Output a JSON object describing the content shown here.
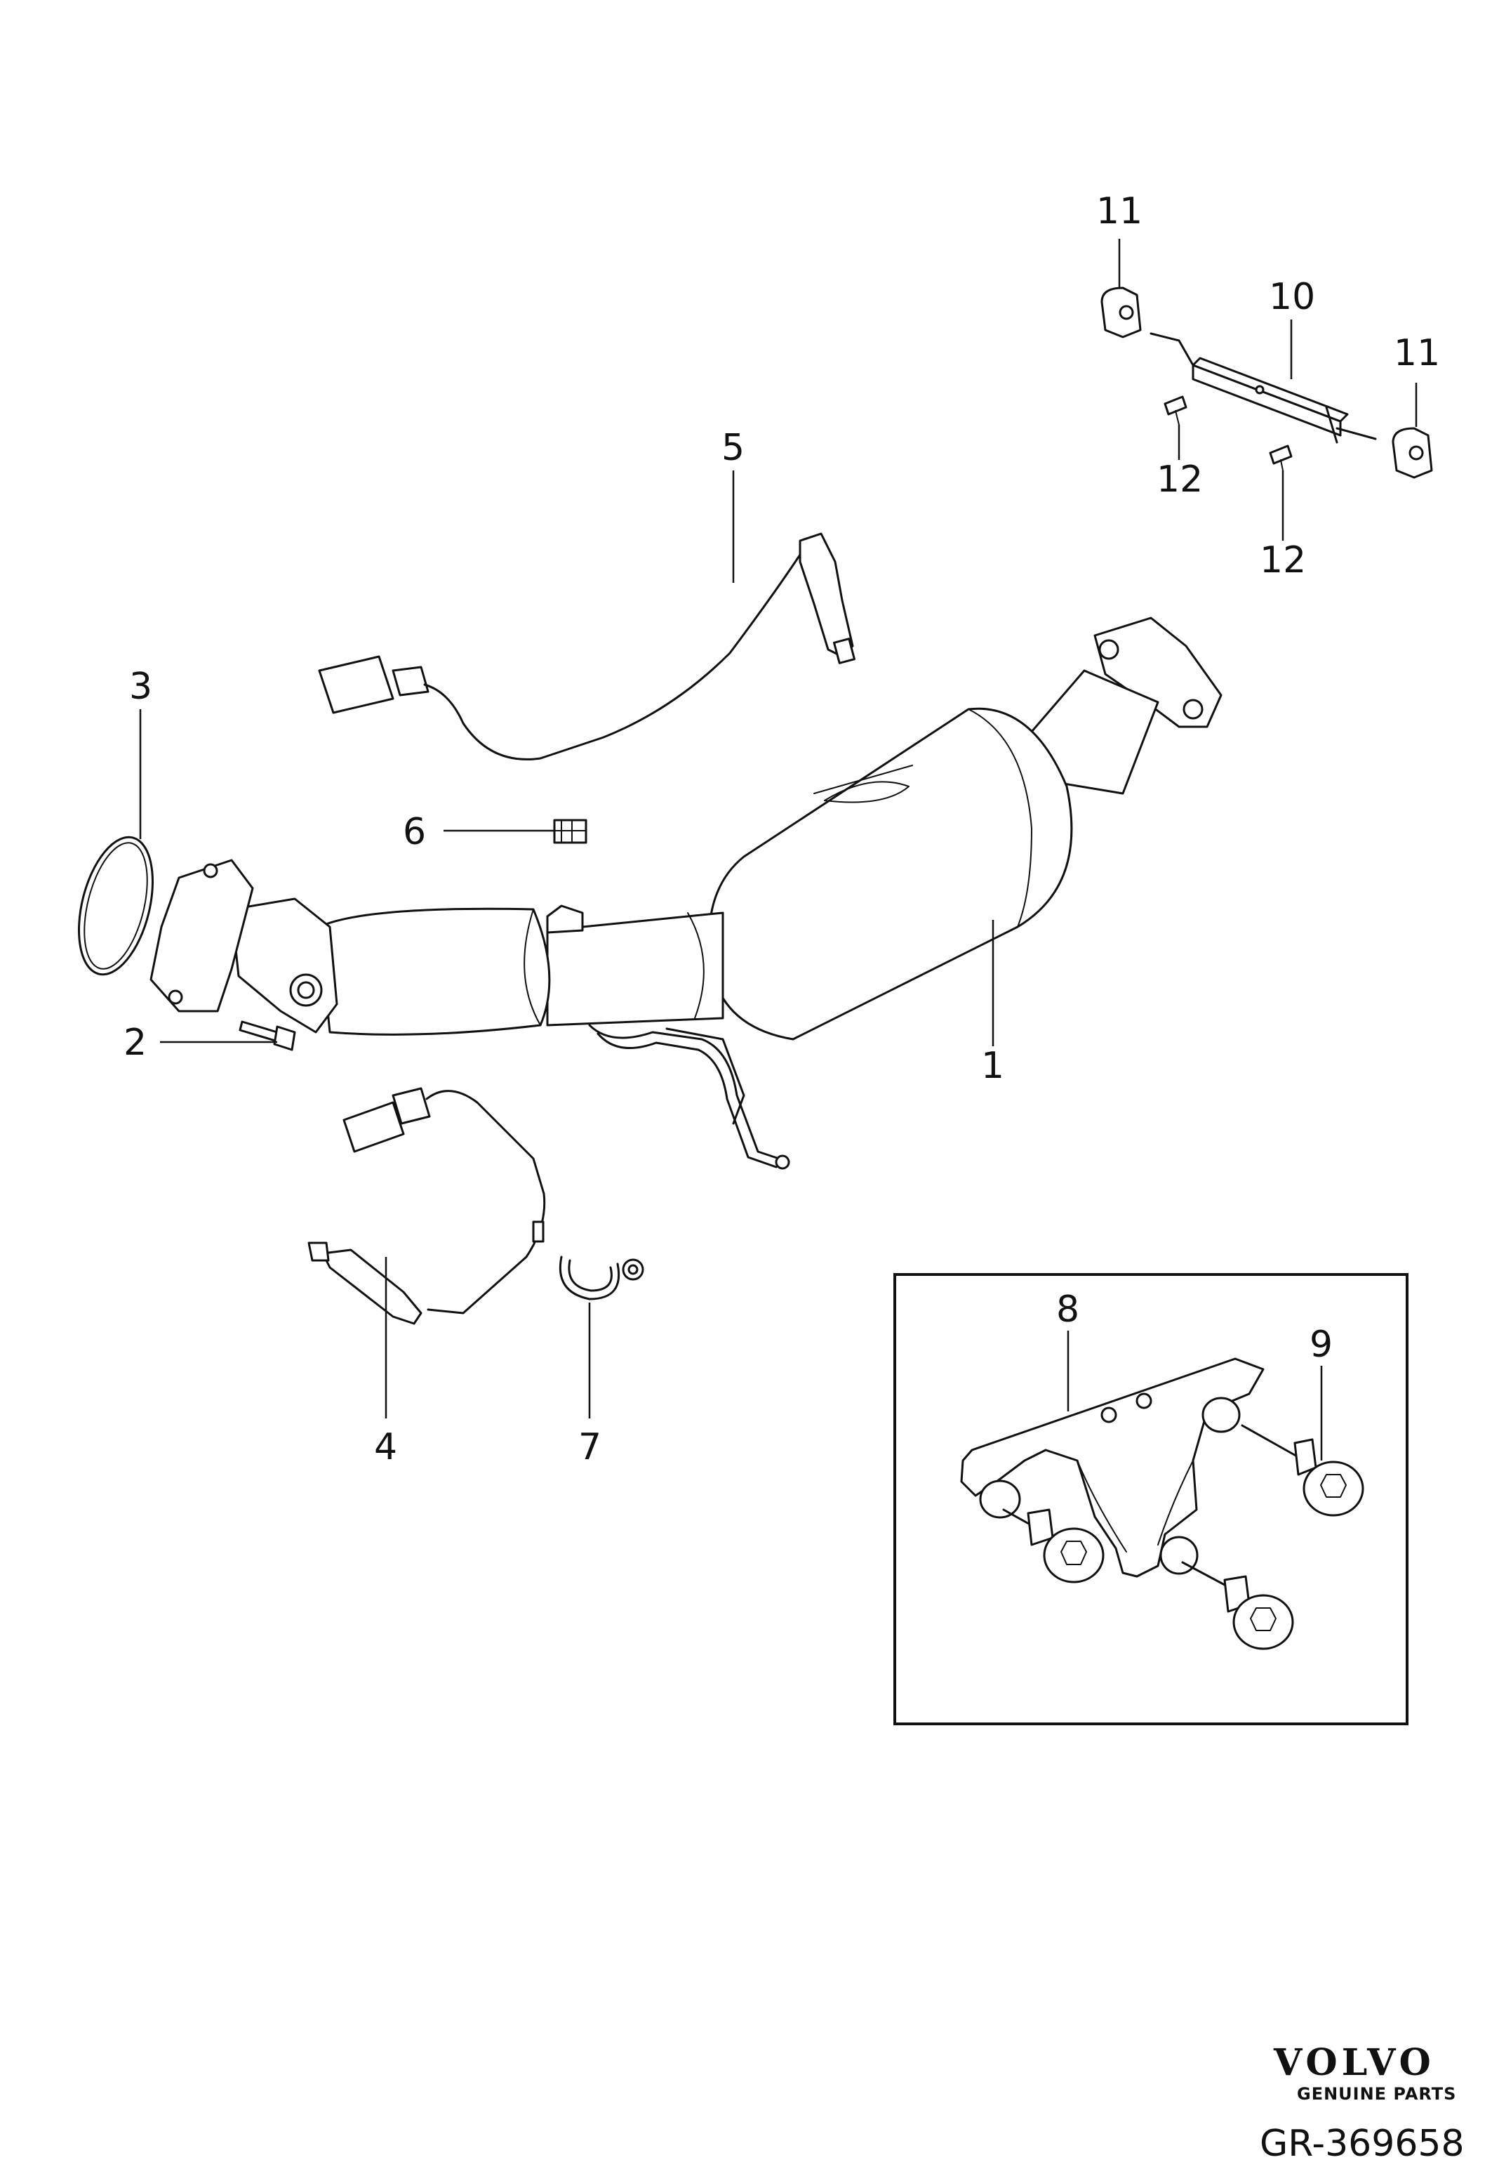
{
  "callouts": {
    "c1": "1",
    "c2": "2",
    "c3": "3",
    "c4": "4",
    "c5": "5",
    "c6": "6",
    "c7": "7",
    "c8": "8",
    "c9": "9",
    "c10": "10",
    "c11a": "11",
    "c11b": "11",
    "c12a": "12",
    "c12b": "12"
  },
  "brand": {
    "logo": "VOLVO",
    "tagline": "GENUINE PARTS"
  },
  "drawing_ref": "GR-369658"
}
